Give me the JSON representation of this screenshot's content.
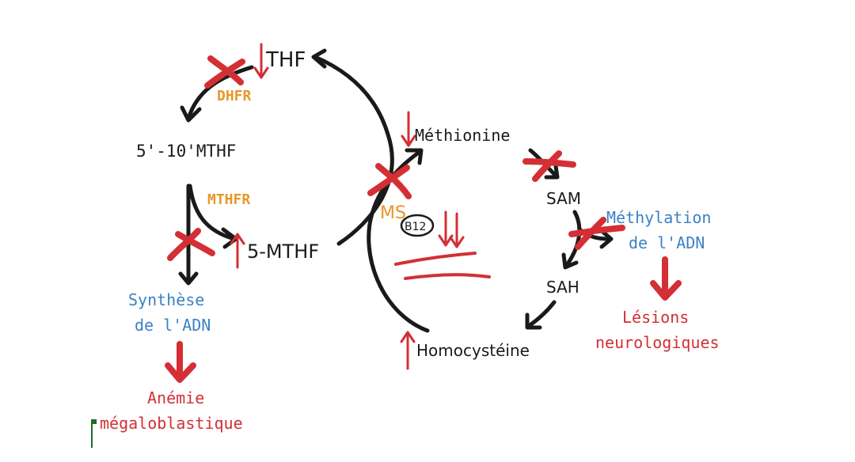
{
  "nodes": {
    "thf": "THF",
    "mthf_5_10": "5'-10'MTHF",
    "mthf_5": "5-MTHF",
    "methionine": "Méthionine",
    "sam": "SAM",
    "sah": "SAH",
    "homocysteine": "Homocystéine"
  },
  "enzymes": {
    "dhfr": "DHFR",
    "mthfr": "MTHFR",
    "ms": "MS",
    "b12": "B12"
  },
  "outcomes": {
    "synthese_line1": "Synthèse",
    "synthese_line2": "de l'ADN",
    "anemie_line1": "Anémie",
    "anemie_line2": "mégaloblastique",
    "methylation_line1": "Méthylation",
    "methylation_line2": "de l'ADN",
    "lesions_line1": "Lésions",
    "lesions_line2": "neurologiques"
  },
  "colors": {
    "arrow_black": "#1a1a1a",
    "red": "#d32f35",
    "orange": "#e8962a",
    "blue": "#3b82c4",
    "text": "#1a1a1a"
  }
}
